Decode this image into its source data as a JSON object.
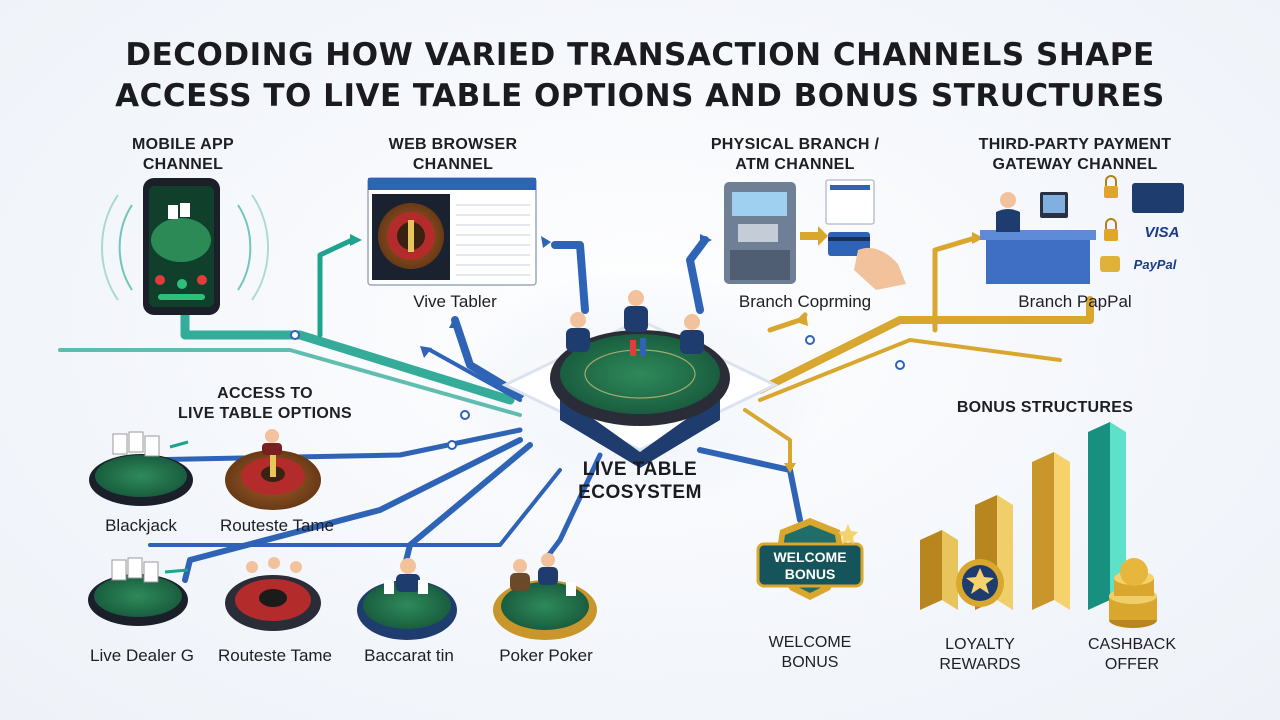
{
  "title": {
    "line1": "DECODING HOW VARIED TRANSACTION CHANNELS SHAPE",
    "line2": "ACCESS TO LIVE TABLE OPTIONS AND BONUS STRUCTURES"
  },
  "channels": [
    {
      "line1": "MOBILE APP",
      "line2": "CHANNEL",
      "caption": ""
    },
    {
      "line1": "WEB BROWSER",
      "line2": "CHANNEL",
      "caption": "Vive Tabler"
    },
    {
      "line1": "PHYSICAL BRANCH /",
      "line2": "ATM CHANNEL",
      "caption": "Branch Coprming"
    },
    {
      "line1": "THIRD-PARTY PAYMENT",
      "line2": "GATEWAY CHANNEL",
      "caption": "Branch PapPal"
    }
  ],
  "payment_marks": {
    "visa": "VISA",
    "paypal": "PayPal"
  },
  "center": {
    "line1": "LIVE TABLE",
    "line2": "ECOSYSTEM"
  },
  "live_options": {
    "heading_line1": "ACCESS TO",
    "heading_line2": "LIVE TABLE OPTIONS",
    "tables": [
      "Blackjack",
      "Routeste Tame",
      "Live Dealer G",
      "Routeste Tame",
      "Baccarat tin",
      "Poker Poker"
    ]
  },
  "bonus": {
    "heading": "BONUS STRUCTURES",
    "badge_line1": "WELCOME",
    "badge_line2": "BONUS",
    "items": [
      {
        "line1": "WELCOME",
        "line2": "BONUS"
      },
      {
        "line1": "LOYALTY",
        "line2": "REWARDS"
      },
      {
        "line1": "CASHBACK",
        "line2": "OFFER"
      }
    ]
  },
  "colors": {
    "teal": "#1fa38f",
    "blue": "#2f63b6",
    "gold": "#d9a62e",
    "felt": "#1f6e46",
    "navy": "#1f3c6e"
  }
}
